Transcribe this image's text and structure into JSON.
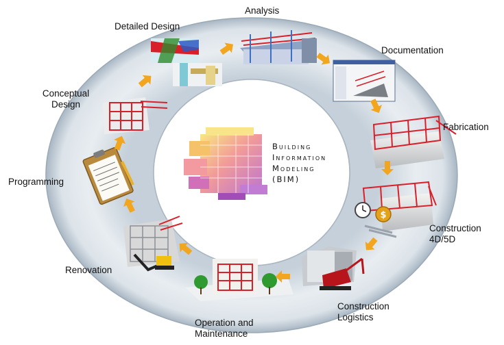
{
  "center": {
    "lines": [
      "Building",
      "Information",
      "Modeling",
      "(BIM)"
    ]
  },
  "stages": [
    {
      "id": "analysis",
      "label": [
        "Analysis"
      ]
    },
    {
      "id": "documentation",
      "label": [
        "Documentation"
      ]
    },
    {
      "id": "fabrication",
      "label": [
        "Fabrication"
      ]
    },
    {
      "id": "construction-4d5d",
      "label": [
        "Construction",
        "4D/5D"
      ]
    },
    {
      "id": "construction-logistics",
      "label": [
        "Construction",
        "Logistics"
      ]
    },
    {
      "id": "operation-maintenance",
      "label": [
        "Operation and",
        "Maintenance"
      ]
    },
    {
      "id": "renovation",
      "label": [
        "Renovation"
      ]
    },
    {
      "id": "programming",
      "label": [
        "Programming"
      ]
    },
    {
      "id": "conceptual-design",
      "label": [
        "Conceptual",
        "Design"
      ]
    },
    {
      "id": "detailed-design",
      "label": [
        "Detailed Design"
      ]
    }
  ],
  "colors": {
    "ring_outer": "#9fb0bf",
    "ring_inner": "#e9eef2",
    "arrow": "#f2a51e",
    "steel": "#d8202a",
    "text": "#111111"
  }
}
